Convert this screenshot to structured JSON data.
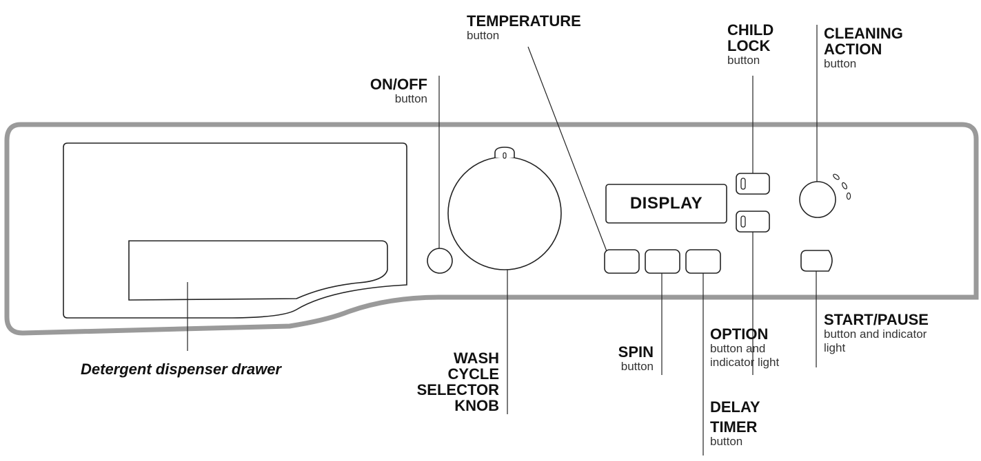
{
  "labels": {
    "temperature": {
      "title": "TEMPERATURE",
      "sub": "button"
    },
    "on_off": {
      "title": "ON/OFF",
      "sub": "button"
    },
    "child_lock": {
      "title_1": "CHILD",
      "title_2": "LOCK",
      "sub": "button"
    },
    "cleaning_action": {
      "title_1": "CLEANING",
      "title_2": "ACTION",
      "sub": "button"
    },
    "display": "DISPLAY",
    "detergent": "Detergent dispenser drawer",
    "wash_cycle": {
      "l1": "WASH",
      "l2": "CYCLE",
      "l3": "SELECTOR",
      "l4": "KNOB"
    },
    "spin": {
      "title": "SPIN",
      "sub": "button"
    },
    "option": {
      "title": "OPTION",
      "sub_1": "button and",
      "sub_2": "indicator light"
    },
    "start_pause": {
      "title": "START/PAUSE",
      "sub_1": "button and indicator",
      "sub_2": "light"
    },
    "delay_timer": {
      "title_1": "DELAY",
      "title_2": "TIMER",
      "sub": "button"
    }
  }
}
